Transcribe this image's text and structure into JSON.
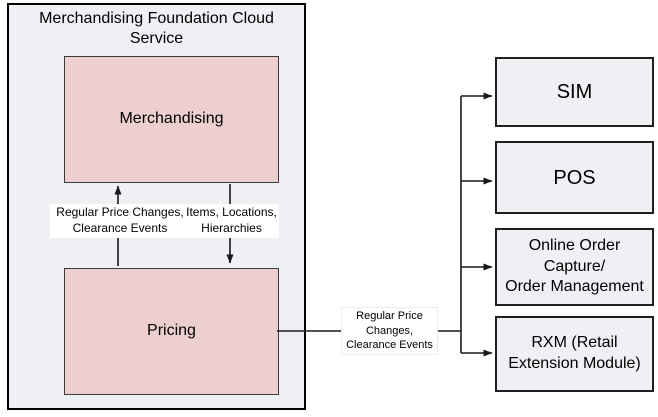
{
  "diagram": {
    "group": {
      "title": "Merchandising Foundation Cloud\nService",
      "nodes": {
        "merchandising": {
          "label": "Merchandising"
        },
        "pricing": {
          "label": "Pricing"
        }
      }
    },
    "flows": {
      "pricing_to_merchandising": {
        "label": "Regular Price Changes,\nClearance Events"
      },
      "merchandising_to_pricing": {
        "label": "Items, Locations,\nHierarchies"
      },
      "pricing_to_systems": {
        "label": "Regular Price\nChanges,\nClearance Events"
      }
    },
    "systems": [
      {
        "label": "SIM"
      },
      {
        "label": "POS"
      },
      {
        "label": "Online Order\nCapture/\nOrder Management"
      },
      {
        "label": "RXM (Retail\nExtension Module)"
      }
    ],
    "colors": {
      "group_fill": "#eef0f4",
      "internal_node_fill": "#edcfcf",
      "system_node_fill": "#eef0f4",
      "border": "#000000",
      "line": "#1a1a1a",
      "label_background": "#ffffff"
    }
  }
}
